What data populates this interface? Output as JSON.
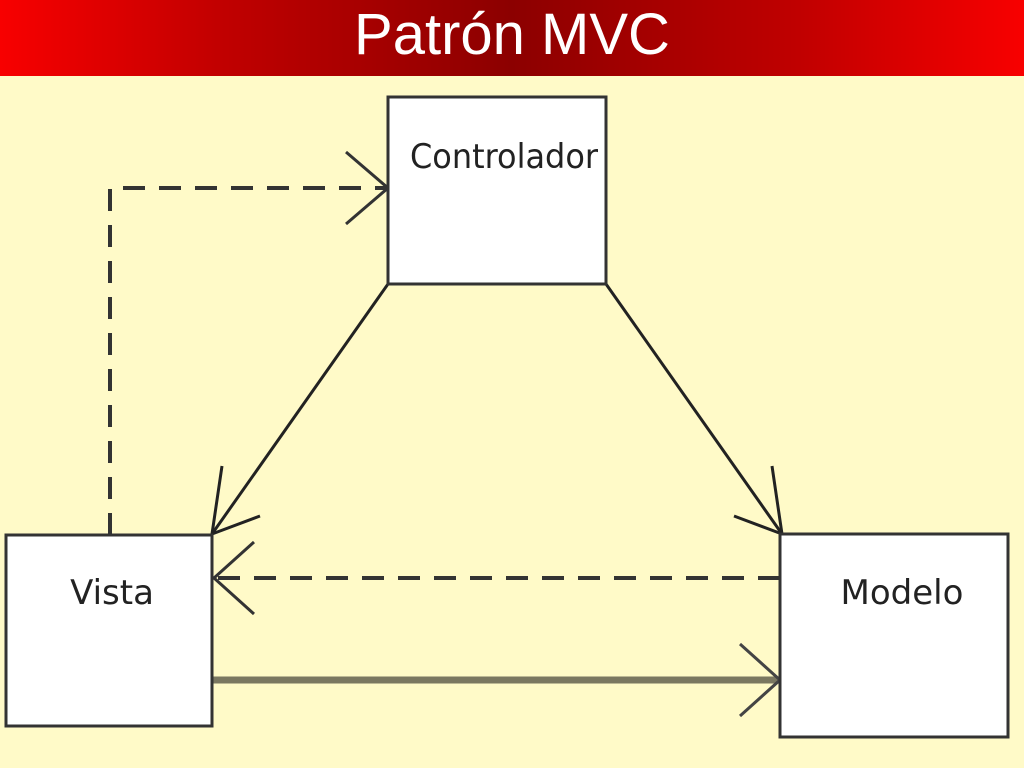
{
  "title": "Patrón MVC",
  "nodes": {
    "controlador": "Controlador",
    "vista": "Vista",
    "modelo": "Modelo"
  },
  "colors": {
    "background": "#fffac8",
    "title_bar": "#c00000",
    "title_text": "#ffffff",
    "box_fill": "#ffffff",
    "line": "#222222",
    "thick_line": "#7a7760"
  }
}
